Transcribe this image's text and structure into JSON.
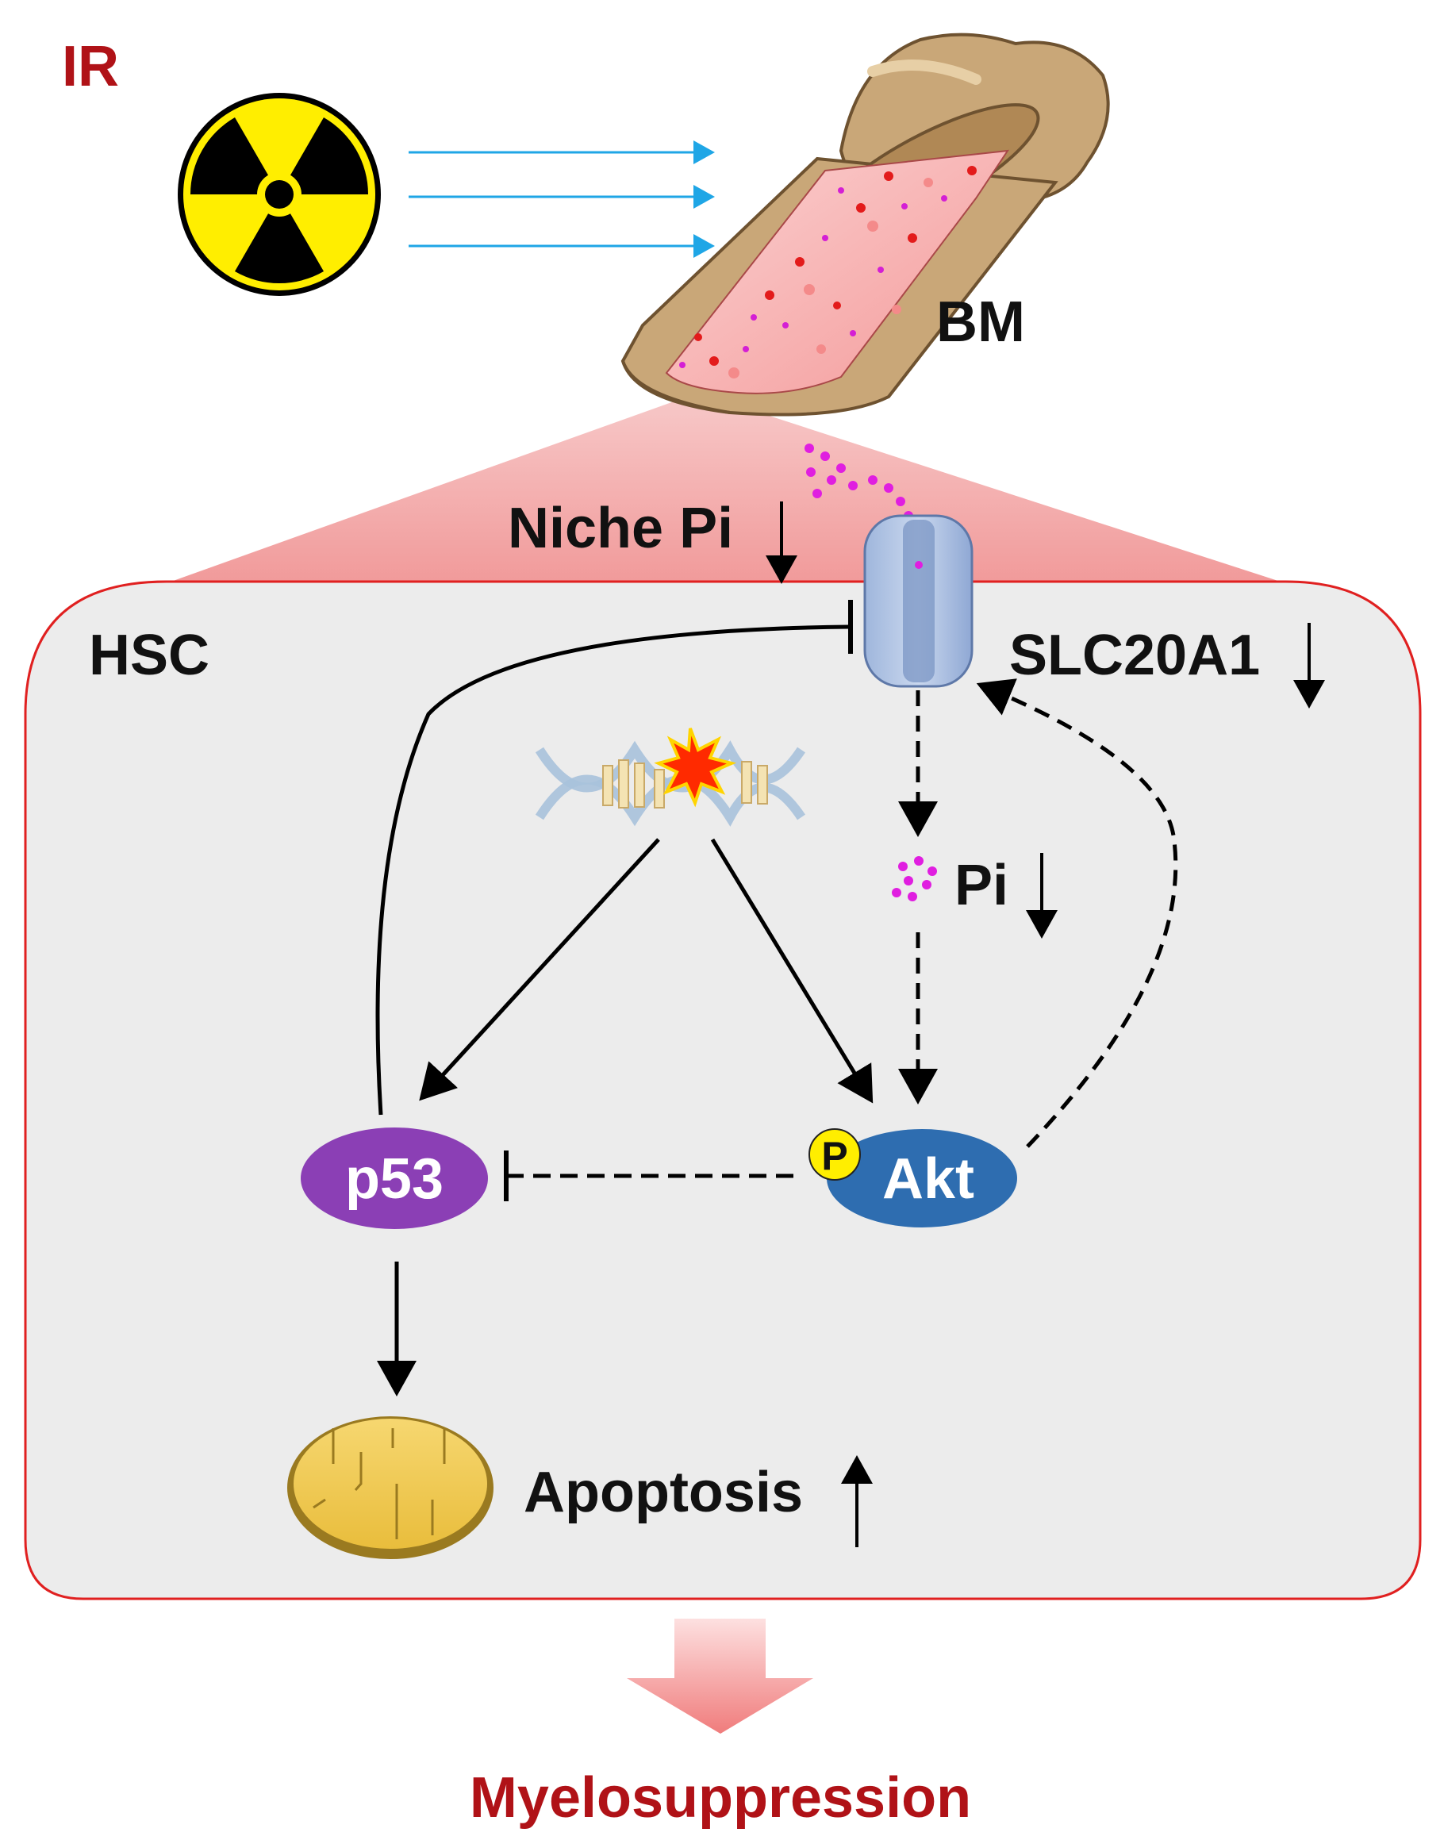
{
  "labels": {
    "ir": "IR",
    "bm": "BM",
    "niche_pi": "Niche Pi",
    "hsc": "HSC",
    "slc20a1": "SLC20A1",
    "pi": "Pi",
    "p53": "p53",
    "akt": "Akt",
    "phospho": "P",
    "apoptosis": "Apoptosis",
    "outcome": "Myelosuppression"
  },
  "regulation": {
    "niche_pi": "down",
    "slc20a1": "down",
    "pi": "down",
    "apoptosis": "up"
  },
  "icons": {
    "radiation": "radiation-hazard-icon",
    "bone": "bone-marrow-icon",
    "transporter": "membrane-transporter-icon",
    "dna": "damaged-dna-icon",
    "mitochondrion": "mitochondrion-icon"
  },
  "colors": {
    "title_red": "#b01217",
    "cell_border": "#e02020",
    "cell_fill": "#ececec",
    "p53_purple": "#8b3fb5",
    "akt_blue": "#2e6db0",
    "phospho_yellow": "#ffee00",
    "pi_magenta": "#e01ee0",
    "ray_blue": "#1fa6e6"
  }
}
